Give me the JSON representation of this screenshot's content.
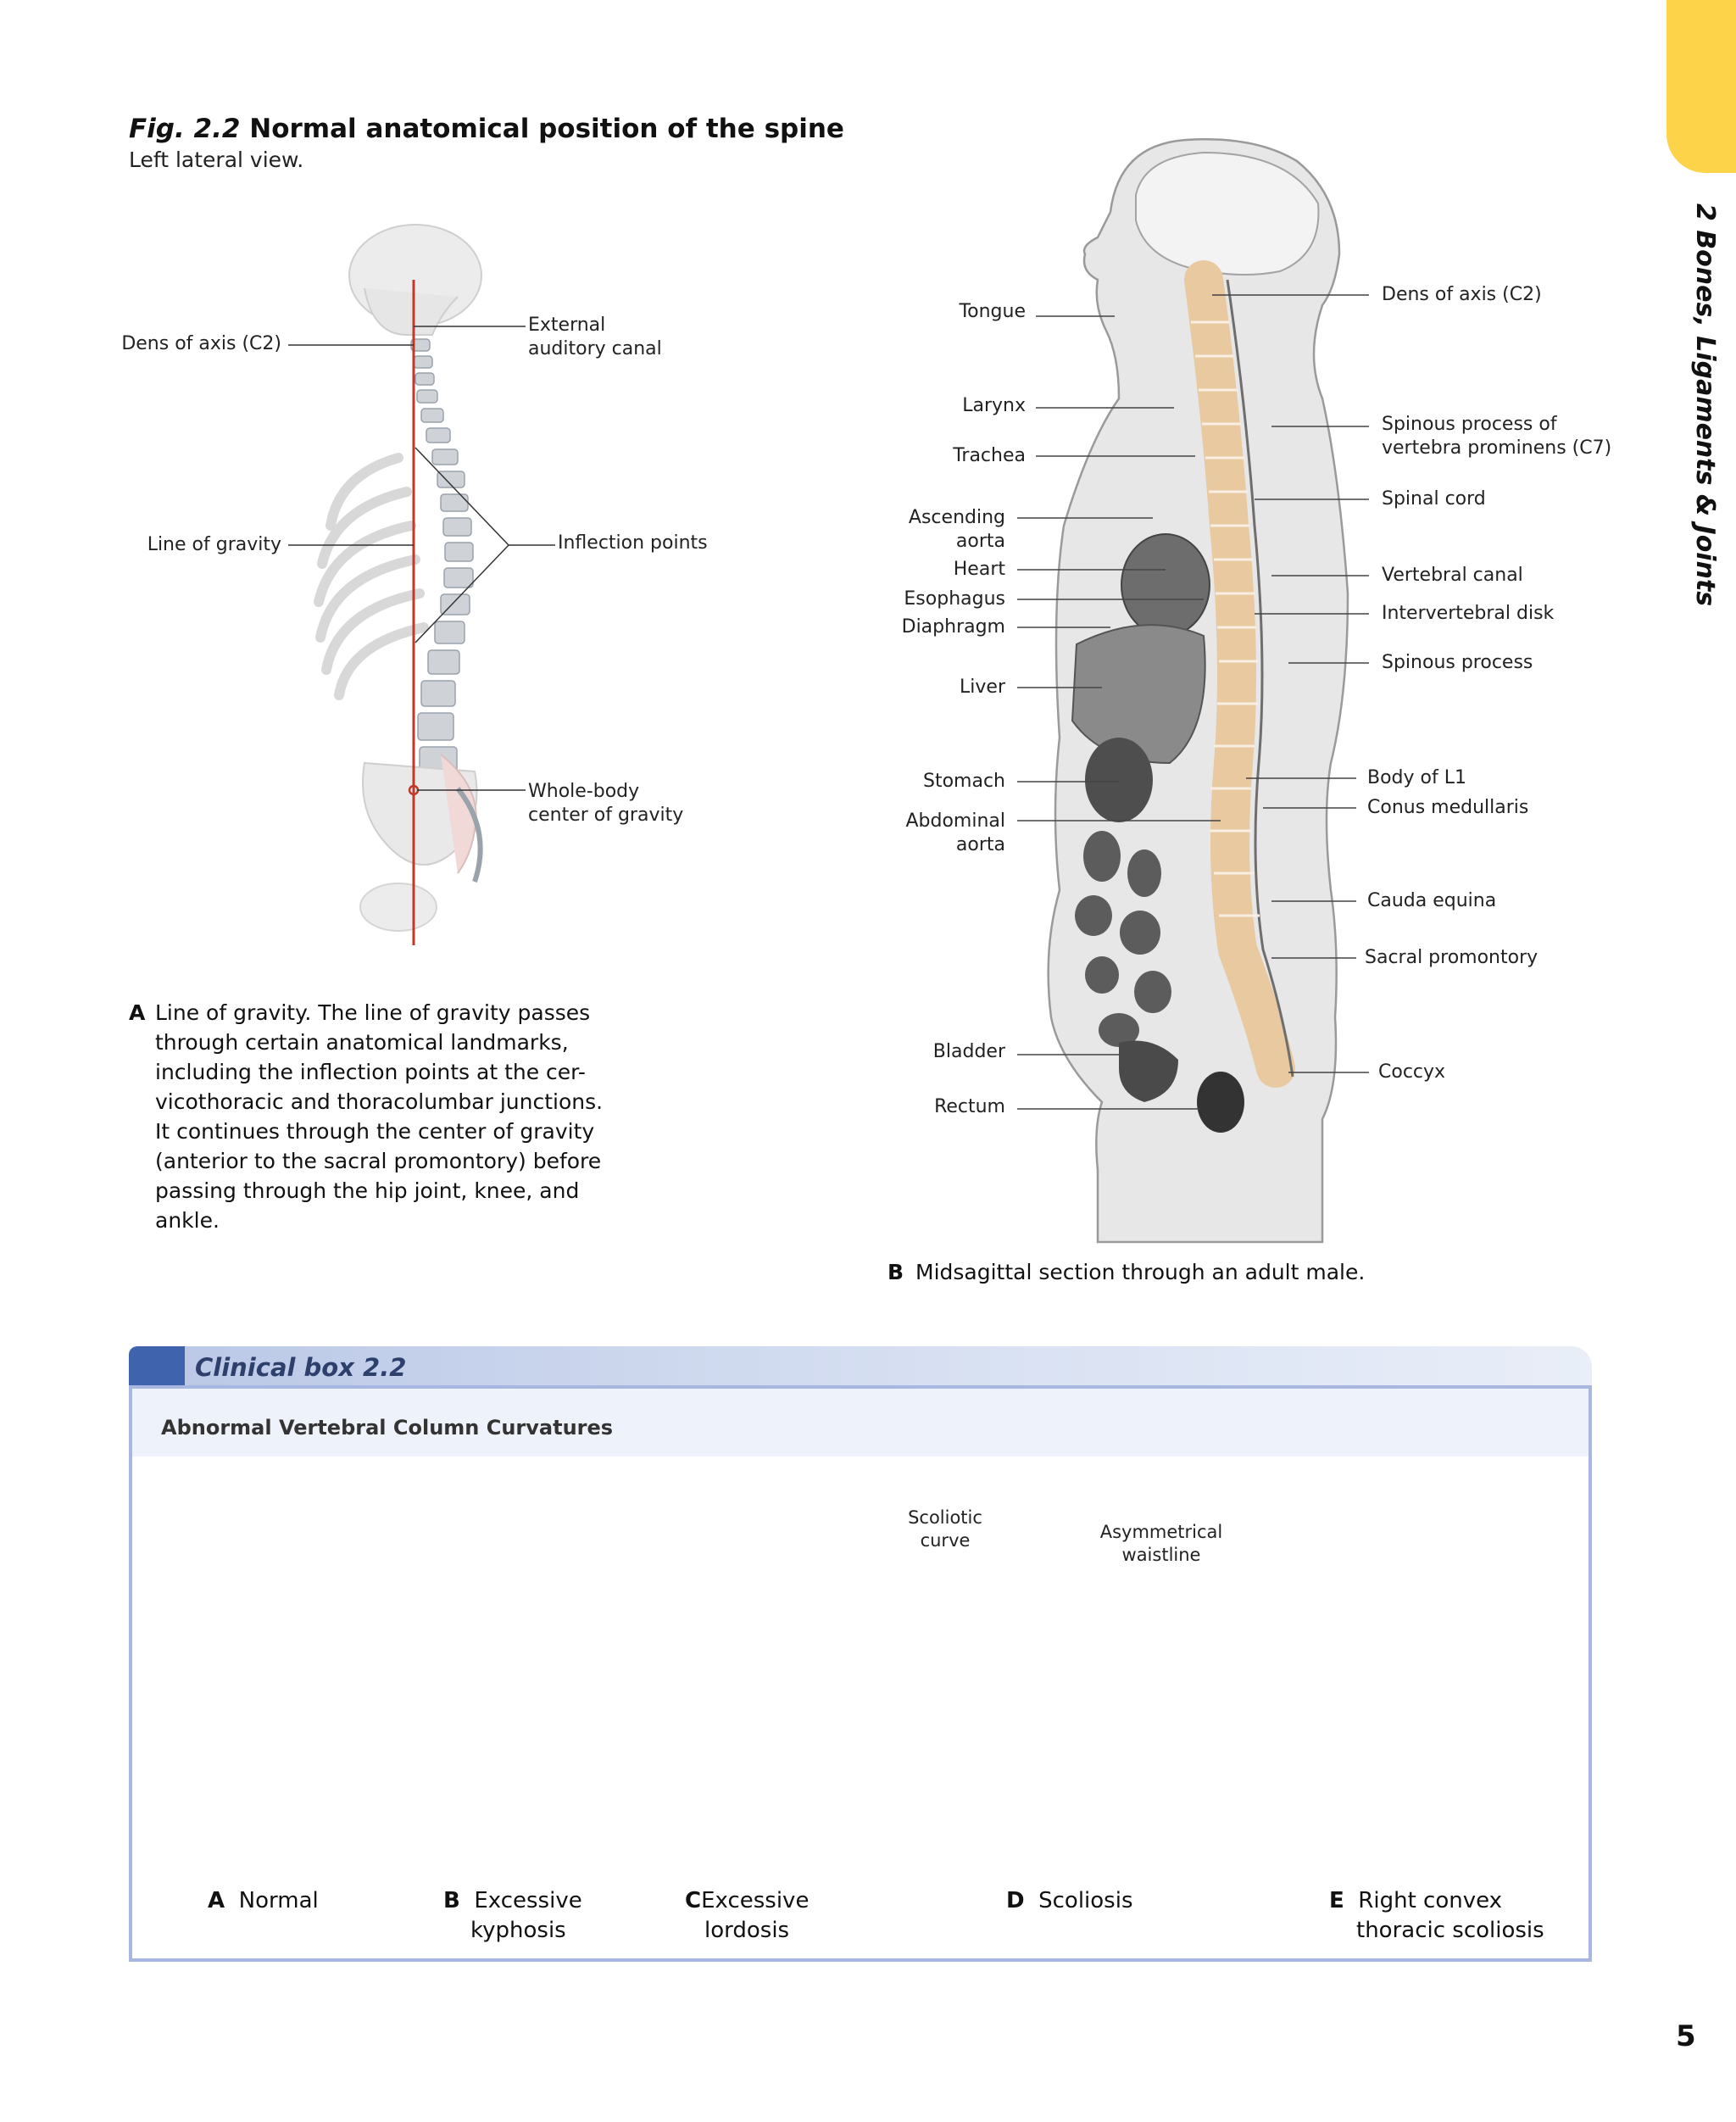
{
  "side_title": "2 Bones, Ligaments & Joints",
  "figure": {
    "number": "Fig. 2.2",
    "title": "Normal anatomical position of the spine",
    "subtitle": "Left lateral view."
  },
  "panel_a": {
    "labels": {
      "dens": "Dens of axis (C2)",
      "ext_aud_1": "External",
      "ext_aud_2": "auditory canal",
      "line_gravity": "Line of gravity",
      "inflection": "Inflection points",
      "cog_1": "Whole-body",
      "cog_2": "center of gravity"
    },
    "caption_letter": "A",
    "caption_lines": [
      "Line of gravity. The line of gravity passes",
      "through certain anatomical landmarks,",
      "including the inflection points at the cer-",
      "vicothoracic and thoracolumbar junctions.",
      "It continues through the center of gravity",
      "(anterior to the sacral promontory) before",
      "passing through the hip joint, knee, and",
      "ankle."
    ]
  },
  "panel_b": {
    "left_labels": {
      "tongue": "Tongue",
      "larynx": "Larynx",
      "trachea": "Trachea",
      "asc_aorta_1": "Ascending",
      "asc_aorta_2": "aorta",
      "heart": "Heart",
      "esophagus": "Esophagus",
      "diaphragm": "Diaphragm",
      "liver": "Liver",
      "stomach": "Stomach",
      "abd_aorta_1": "Abdominal",
      "abd_aorta_2": "aorta",
      "bladder": "Bladder",
      "rectum": "Rectum"
    },
    "right_labels": {
      "dens": "Dens of axis (C2)",
      "spinous_c7_1": "Spinous process of",
      "spinous_c7_2": "vertebra prominens (C7)",
      "spinal_cord": "Spinal cord",
      "vertebral_canal": "Vertebral canal",
      "iv_disk": "Intervertebral disk",
      "spinous_process": "Spinous process",
      "body_l1": "Body of L1",
      "conus": "Conus medullaris",
      "cauda": "Cauda equina",
      "sacral_prom": "Sacral promontory",
      "coccyx": "Coccyx"
    },
    "caption_letter": "B",
    "caption": "Midsagittal section through an adult male."
  },
  "clinical_box": {
    "label": "Clinical box 2.2",
    "heading": "Abnormal Vertebral Column Curvatures",
    "callouts": {
      "scoliotic_1": "Scoliotic",
      "scoliotic_2": "curve",
      "waist_1": "Asymmetrical",
      "waist_2": "waistline"
    },
    "figures": [
      {
        "letter": "A",
        "line1": "Normal",
        "line2": ""
      },
      {
        "letter": "B",
        "line1": "Excessive",
        "line2": "kyphosis"
      },
      {
        "letter": "C",
        "line1": "Excessive",
        "line2": "lordosis"
      },
      {
        "letter": "D",
        "line1": "Scoliosis",
        "line2": ""
      },
      {
        "letter": "E",
        "line1": "Right convex",
        "line2": "thoracic scoliosis"
      }
    ]
  },
  "page_number": "5",
  "colors": {
    "tab_yellow": "#fdd34a",
    "gravity_line": "#c0392b",
    "box_border": "#a7b7df",
    "box_icon": "#3f64ad",
    "bone": "#e8c9a0"
  }
}
